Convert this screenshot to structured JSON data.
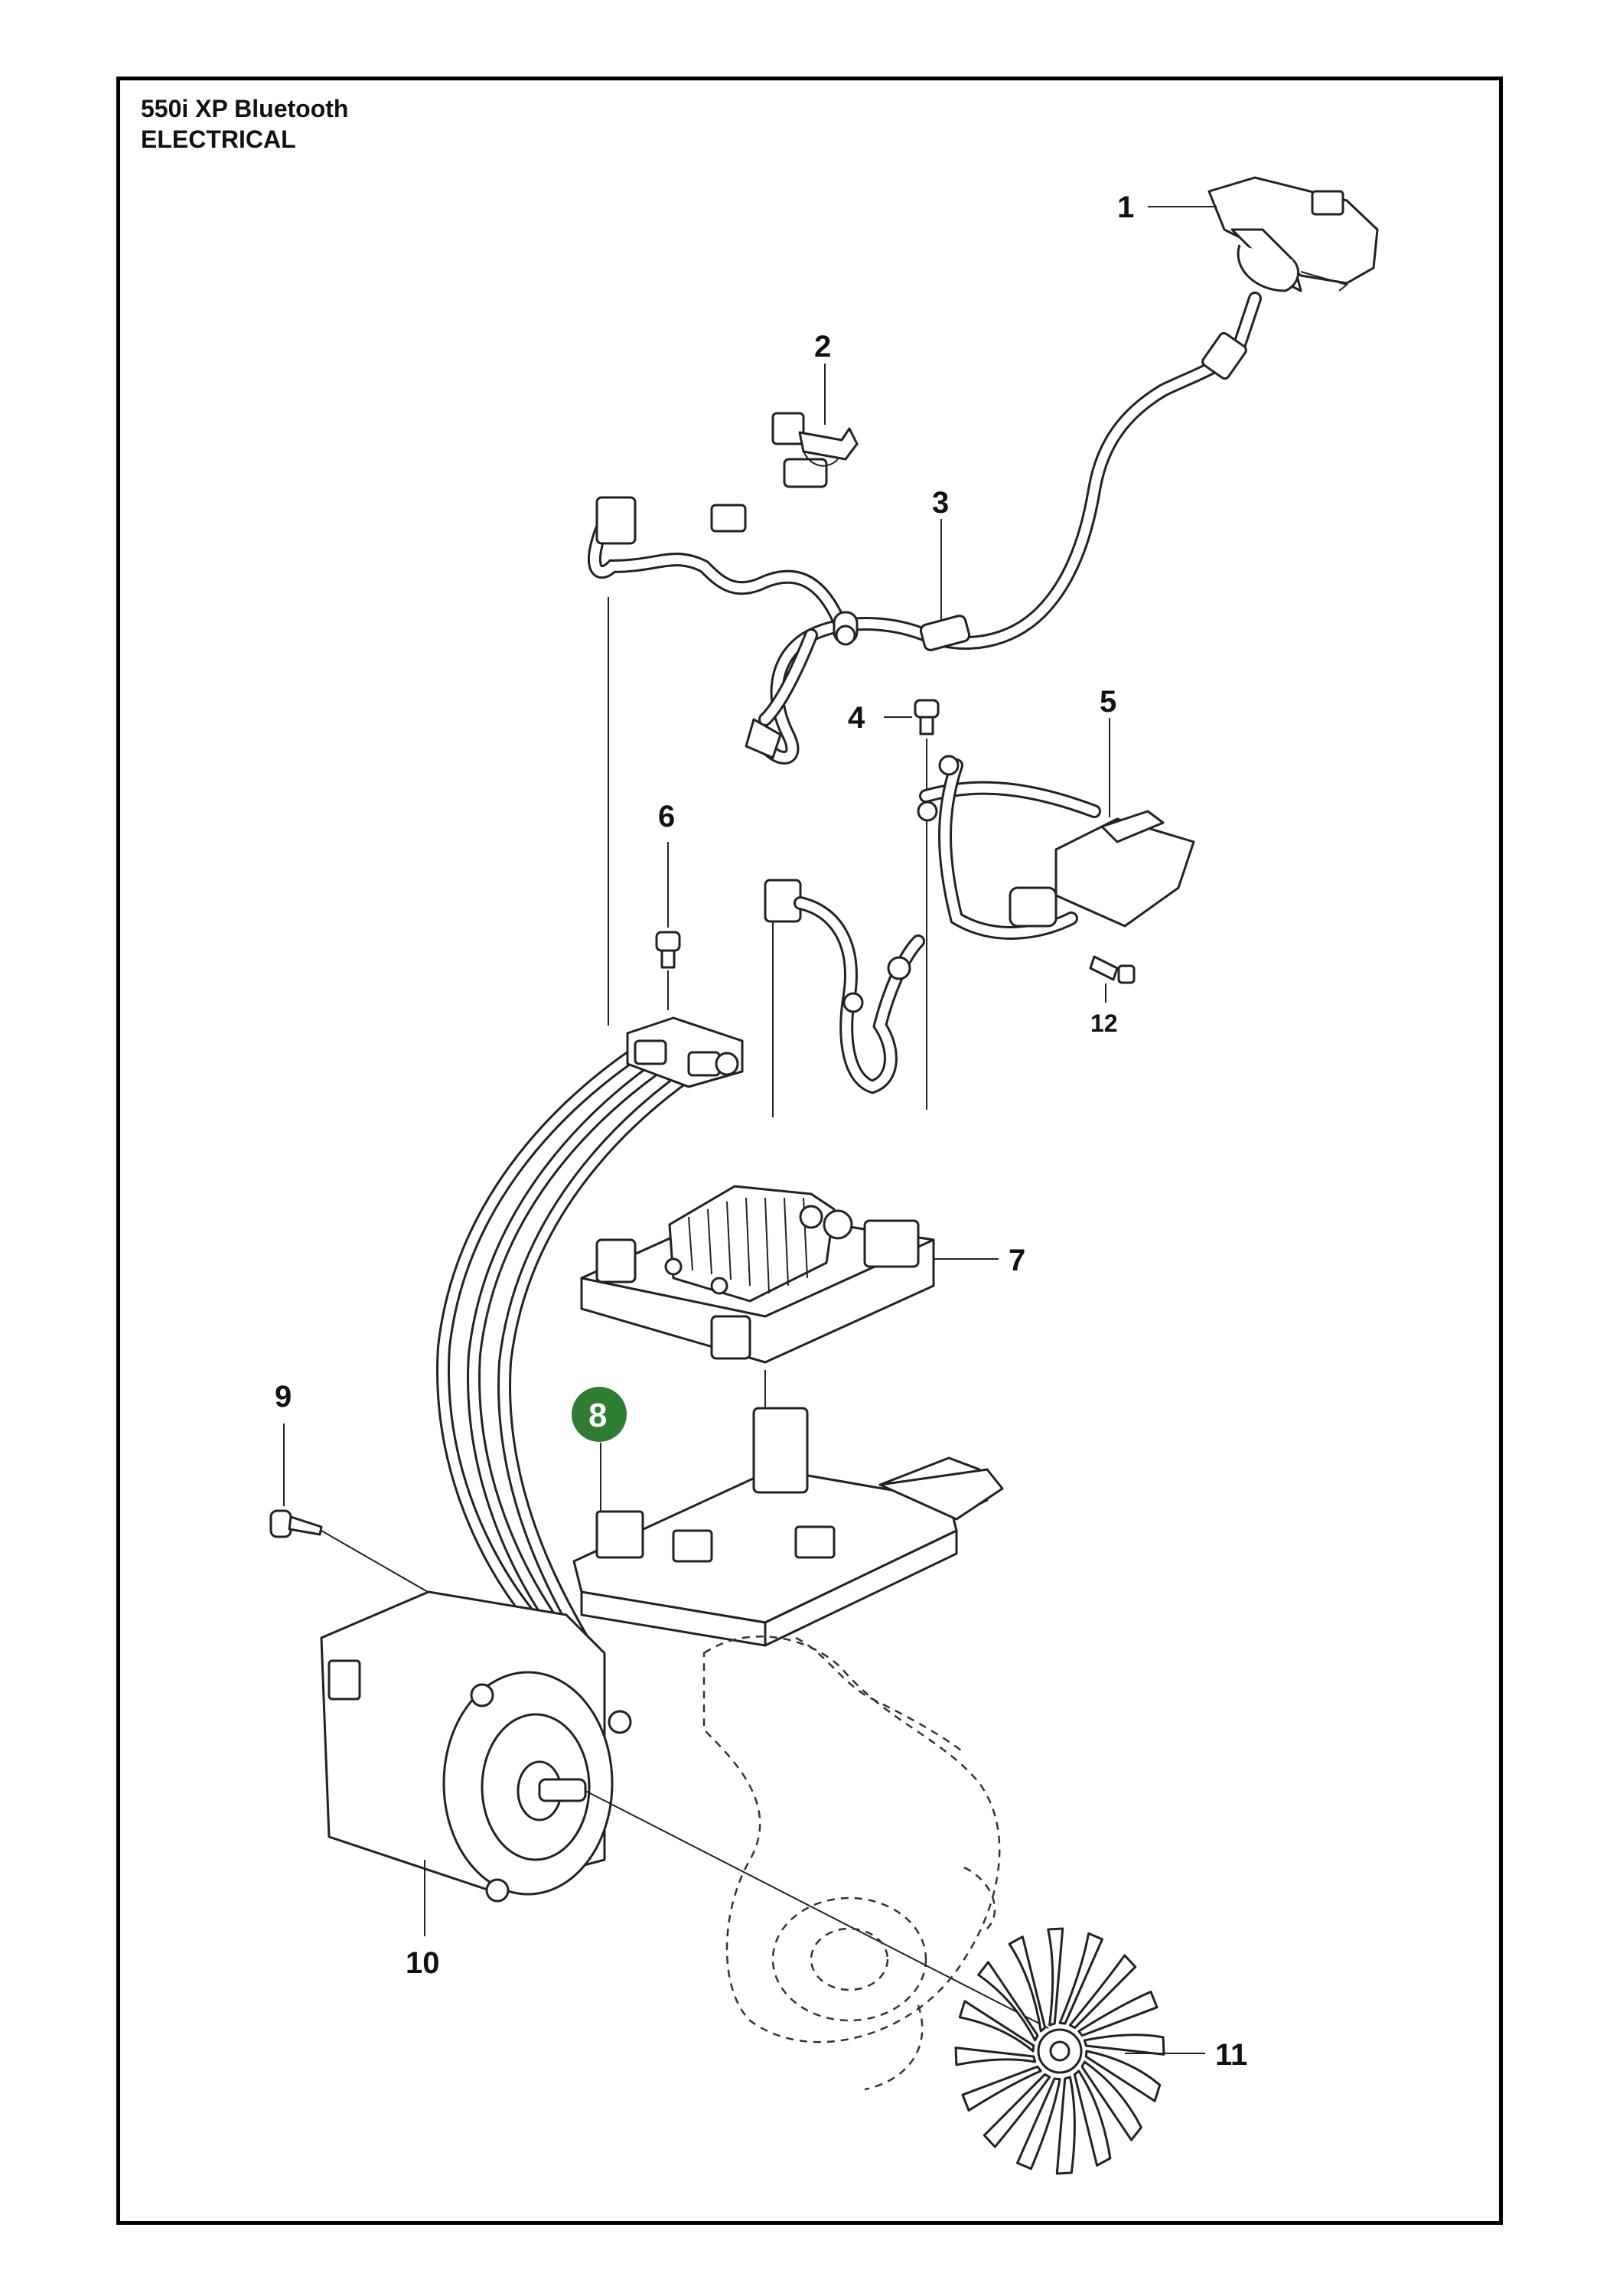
{
  "title": {
    "model": "550i XP Bluetooth",
    "section": "ELECTRICAL"
  },
  "highlight_color": "#2e7d32",
  "callouts": [
    {
      "id": "1",
      "label": "1"
    },
    {
      "id": "2",
      "label": "2"
    },
    {
      "id": "3",
      "label": "3"
    },
    {
      "id": "4",
      "label": "4"
    },
    {
      "id": "5",
      "label": "5"
    },
    {
      "id": "6",
      "label": "6"
    },
    {
      "id": "7",
      "label": "7"
    },
    {
      "id": "8",
      "label": "8",
      "highlighted": true
    },
    {
      "id": "9",
      "label": "9"
    },
    {
      "id": "10",
      "label": "10"
    },
    {
      "id": "11",
      "label": "11"
    },
    {
      "id": "12",
      "label": "12"
    }
  ]
}
